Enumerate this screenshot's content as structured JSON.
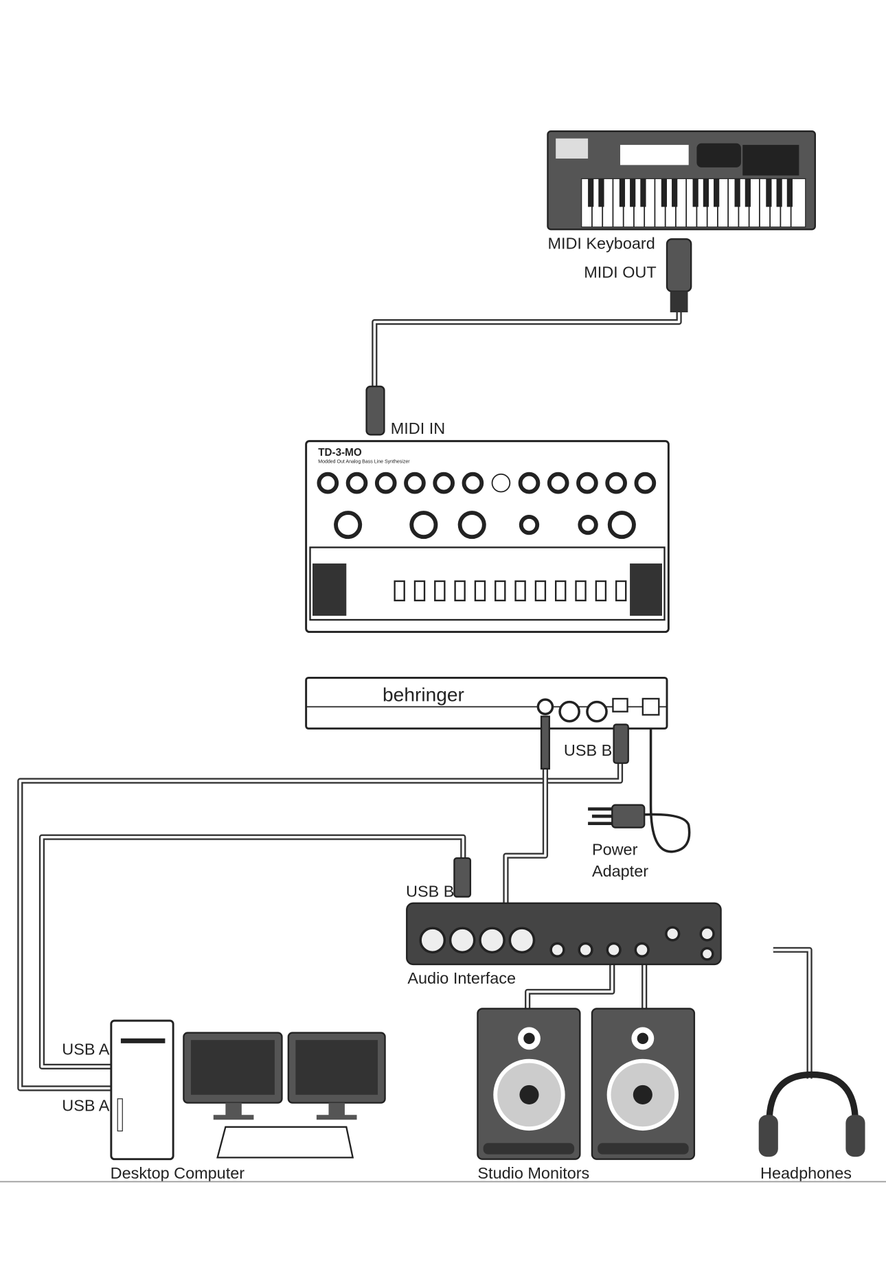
{
  "devices": {
    "midi_keyboard": {
      "label": "MIDI Keyboard",
      "port": "MIDI OUT"
    },
    "synth": {
      "port": "MIDI IN",
      "model": "TD-3-MO",
      "subtitle": "Modded Out Analog Bass Line Synthesizer"
    },
    "synth_rear": {
      "brand": "behringer",
      "port": "USB B"
    },
    "power_adapter": {
      "label_line1": "Power",
      "label_line2": "Adapter"
    },
    "audio_interface": {
      "label": "Audio Interface",
      "port": "USB B"
    },
    "desktop_computer": {
      "label": "Desktop Computer",
      "port1": "USB A",
      "port2": "USB A"
    },
    "studio_monitors": {
      "label": "Studio Monitors"
    },
    "headphones": {
      "label": "Headphones"
    }
  }
}
